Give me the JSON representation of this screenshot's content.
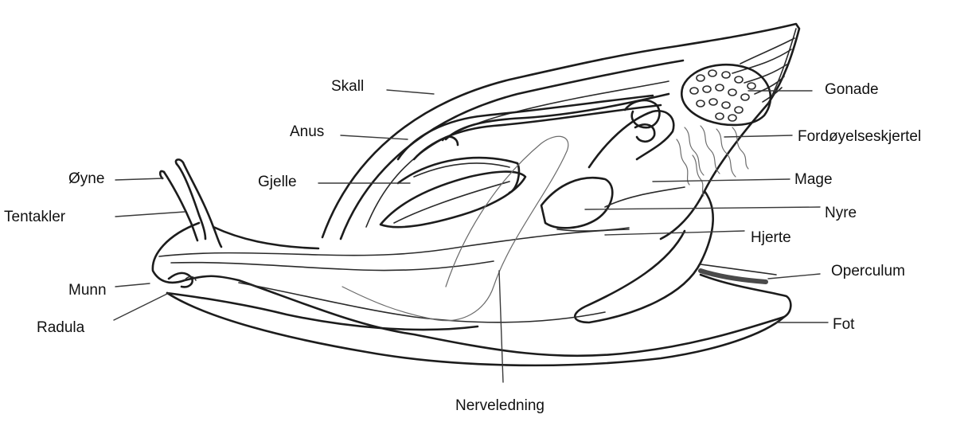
{
  "labels": {
    "skall": "Skall",
    "anus": "Anus",
    "gjelle": "Gjelle",
    "oyne": "Øyne",
    "tentakler": "Tentakler",
    "munn": "Munn",
    "radula": "Radula",
    "gonade": "Gonade",
    "fordoyelseskjertel": "Fordøyelseskjertel",
    "mage": "Mage",
    "nyre": "Nyre",
    "hjerte": "Hjerte",
    "operculum": "Operculum",
    "fot": "Fot",
    "nerveledning": "Nerveledning"
  },
  "colors": {
    "ink": "#1c1c1c",
    "operculum": "#4a4a4a",
    "background": "#ffffff"
  }
}
